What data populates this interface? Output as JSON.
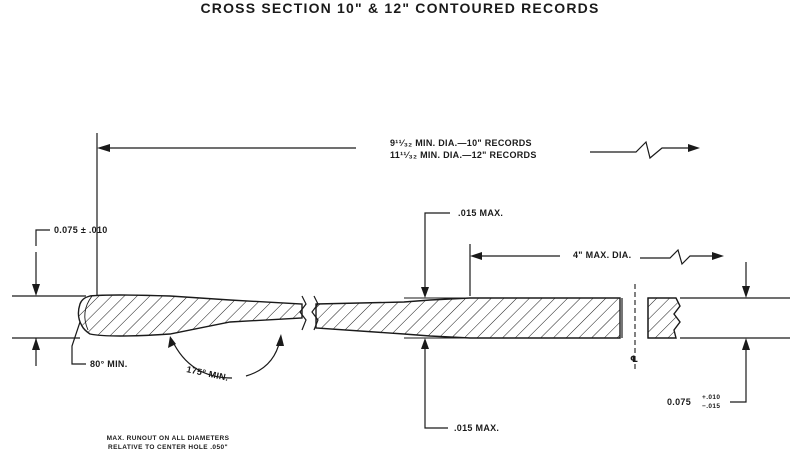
{
  "title": "CROSS SECTION 10\" & 12\" CONTOURED RECORDS",
  "labels": {
    "min_dia_10": "9¹¹⁄₃₂ MIN. DIA.—10\" RECORDS",
    "min_dia_12": "11¹¹⁄₃₂ MIN. DIA.—12\" RECORDS",
    "edge_thickness": "0.075 ± .010",
    "max_015_top": ".015 MAX.",
    "max_dia_4": "4\" MAX. DIA.",
    "angle_80": "80° MIN.",
    "angle_175": "175° MIN.",
    "max_015_bottom": ".015 MAX.",
    "center_thickness": "0.075",
    "center_tol_plus": "+.010",
    "center_tol_minus": "−.015",
    "centerline": "℄",
    "note_line1": "MAX. RUNOUT ON ALL DIAMETERS",
    "note_line2": "RELATIVE TO CENTER HOLE .050\""
  },
  "colors": {
    "ink": "#1a1a1a",
    "paper": "#ffffff"
  }
}
